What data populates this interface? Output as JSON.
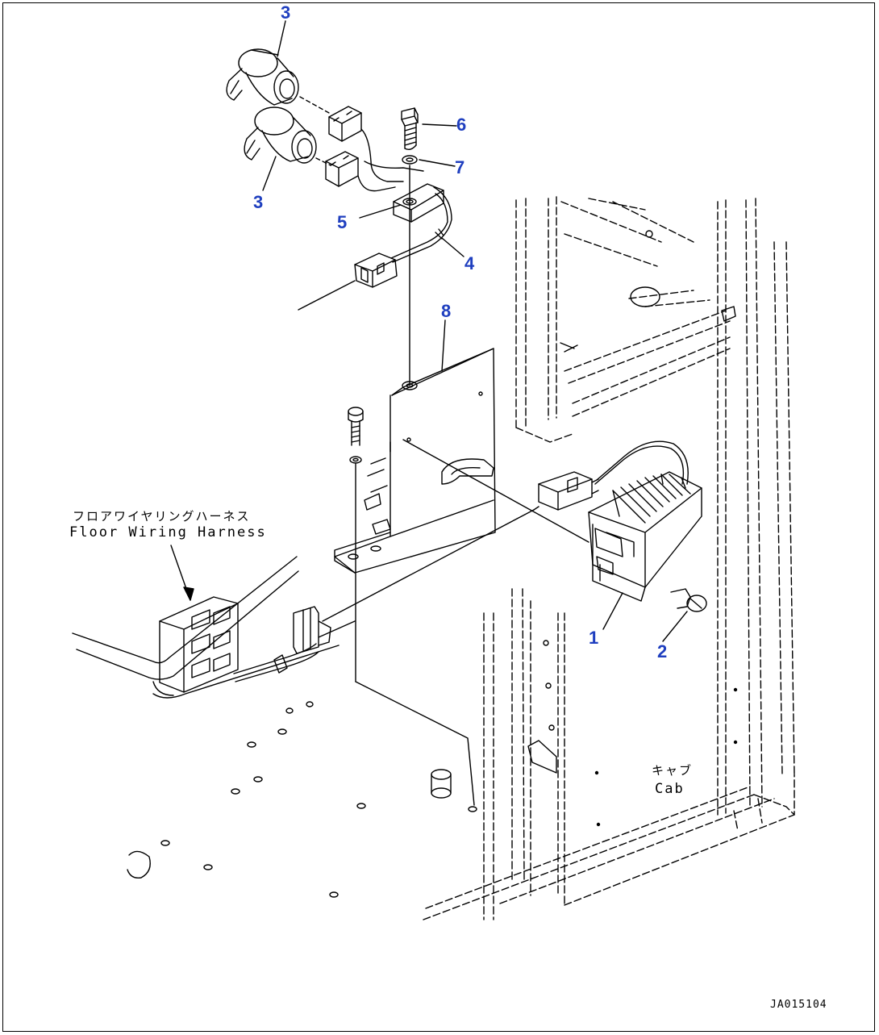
{
  "colors": {
    "callout": "#1f3fbf",
    "linework": "#000000",
    "background": "#ffffff"
  },
  "callouts": {
    "part_1": "1",
    "part_2": "2",
    "part_3_top": "3",
    "part_3_bottom": "3",
    "part_4": "4",
    "part_5": "5",
    "part_6": "6",
    "part_7": "7",
    "part_8": "8"
  },
  "labels": {
    "floor_harness_jp": "フロアワイヤリングハーネス",
    "floor_harness_en": "Floor Wiring Harness",
    "cab_jp": "キャブ",
    "cab_en": "Cab"
  },
  "drawing_code": "JA015104"
}
